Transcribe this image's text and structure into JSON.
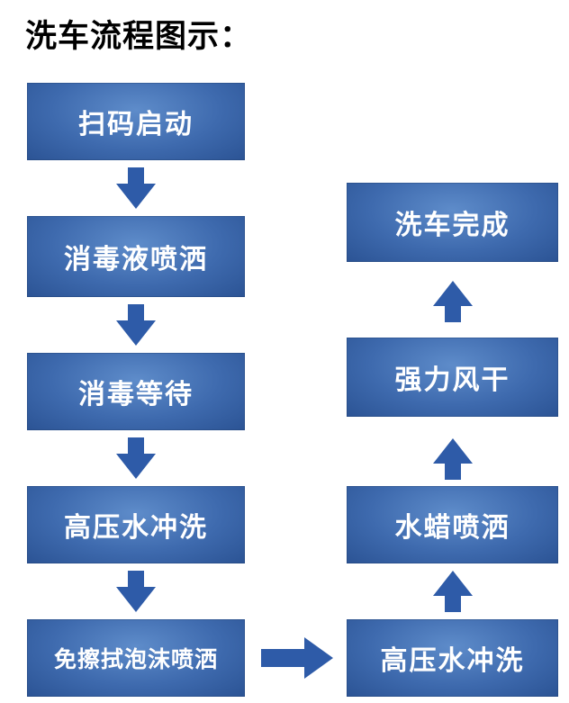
{
  "title": "洗车流程图示：",
  "colors": {
    "box_gradient_center": "#5e8cca",
    "box_gradient_edge": "#2b5394",
    "arrow": "#2e5ba8",
    "node_text": "#ffffff",
    "title_text": "#000000"
  },
  "flowchart": {
    "left_column": [
      {
        "label": "扫码启动"
      },
      {
        "label": "消毒液喷洒"
      },
      {
        "label": "消毒等待"
      },
      {
        "label": "高压水冲洗"
      },
      {
        "label": "免擦拭泡沫喷洒"
      }
    ],
    "right_column": [
      {
        "label": "洗车完成"
      },
      {
        "label": "强力风干"
      },
      {
        "label": "水蜡喷洒"
      },
      {
        "label": "高压水冲洗"
      }
    ]
  }
}
